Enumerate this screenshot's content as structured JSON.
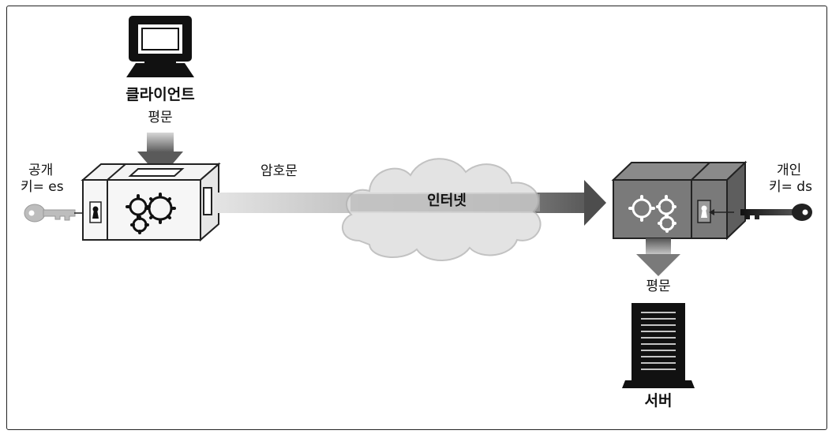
{
  "labels": {
    "client": "클라이언트",
    "plaintext_top": "평문",
    "public_key_title": "공개",
    "public_key": "키= es",
    "ciphertext": "암호문",
    "internet": "인터넷",
    "private_key_title": "개인",
    "private_key": "키= ds",
    "plaintext_bottom": "평문",
    "server": "서버"
  },
  "icons": {
    "client_computer": "computer-monitor-icon",
    "encrypt_machine": "encryption-gear-box-icon",
    "decrypt_machine": "decryption-gear-box-icon",
    "public_key": "key-icon",
    "private_key": "key-icon",
    "internet_cloud": "cloud-icon",
    "server": "server-tower-icon"
  },
  "colors": {
    "arrow_light": "#cfcfcf",
    "arrow_dark": "#666666",
    "box_light": "#f0f0f0",
    "box_dark": "#777777",
    "cloud": "#dcdcdc"
  }
}
